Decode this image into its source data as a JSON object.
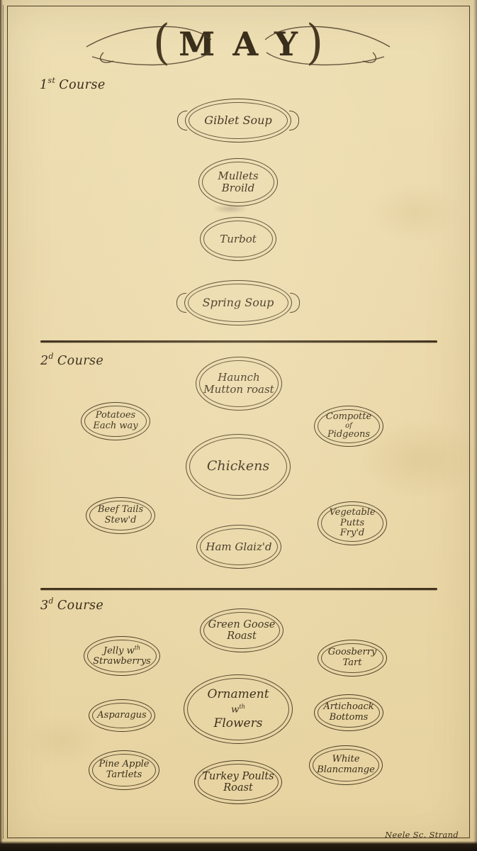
{
  "page": {
    "title": "MAY",
    "title_open": "(",
    "title_close": ")",
    "engraver_credit": "Neele Sc. Strand"
  },
  "colors": {
    "paper": "#ebd9ab",
    "ink": "#43351f"
  },
  "courses": [
    {
      "label_num": "1",
      "label_sup": "st",
      "label_word": "Course",
      "dishes": [
        {
          "name": "Giblet Soup",
          "lines": [
            "Giblet Soup"
          ]
        },
        {
          "name": "Mullets Broild",
          "lines": [
            "Mullets",
            "Broild"
          ]
        },
        {
          "name": "Turbot",
          "lines": [
            "Turbot"
          ]
        },
        {
          "name": "Spring Soup",
          "lines": [
            "Spring Soup"
          ]
        }
      ]
    },
    {
      "label_num": "2",
      "label_sup": "d",
      "label_word": "Course",
      "dishes": [
        {
          "name": "Haunch Mutton roast",
          "lines": [
            "Haunch",
            "Mutton roast"
          ]
        },
        {
          "name": "Potatoes Each way",
          "lines": [
            "Potatoes",
            "Each way"
          ]
        },
        {
          "name": "Compotte of Pidgeons",
          "lines": [
            "Compotte",
            "of",
            "Pidgeons"
          ]
        },
        {
          "name": "Chickens",
          "lines": [
            "Chickens"
          ]
        },
        {
          "name": "Beef Tails Stew'd",
          "lines": [
            "Beef Tails",
            "Stew'd"
          ]
        },
        {
          "name": "Vegetable Putts Fry'd",
          "lines": [
            "Vegetable",
            "Putts",
            "Fry'd"
          ]
        },
        {
          "name": "Ham Glaiz'd",
          "lines": [
            "Ham Glaiz'd"
          ]
        }
      ]
    },
    {
      "label_num": "3",
      "label_sup": "d",
      "label_word": "Course",
      "dishes": [
        {
          "name": "Green Goose Roast",
          "lines": [
            "Green Goose",
            "Roast"
          ]
        },
        {
          "name": "Jelly with Strawberrys",
          "lines": [
            "Jelly w",
            "Strawberrys"
          ],
          "sup": "th"
        },
        {
          "name": "Goosberry Tart",
          "lines": [
            "Goosberry",
            "Tart"
          ]
        },
        {
          "name": "Ornament with Flowers",
          "lines": [
            "Ornament",
            "w",
            "Flowers"
          ],
          "sup": "th"
        },
        {
          "name": "Asparagus",
          "lines": [
            "Asparagus"
          ]
        },
        {
          "name": "Artichoack Bottoms",
          "lines": [
            "Artichoack",
            "Bottoms"
          ]
        },
        {
          "name": "Pine Apple Tartlets",
          "lines": [
            "Pine Apple",
            "Tartlets"
          ]
        },
        {
          "name": "Turkey Poults Roast",
          "lines": [
            "Turkey Poults",
            "Roast"
          ]
        },
        {
          "name": "White Blancmange",
          "lines": [
            "White",
            "Blancmange"
          ]
        }
      ]
    }
  ]
}
